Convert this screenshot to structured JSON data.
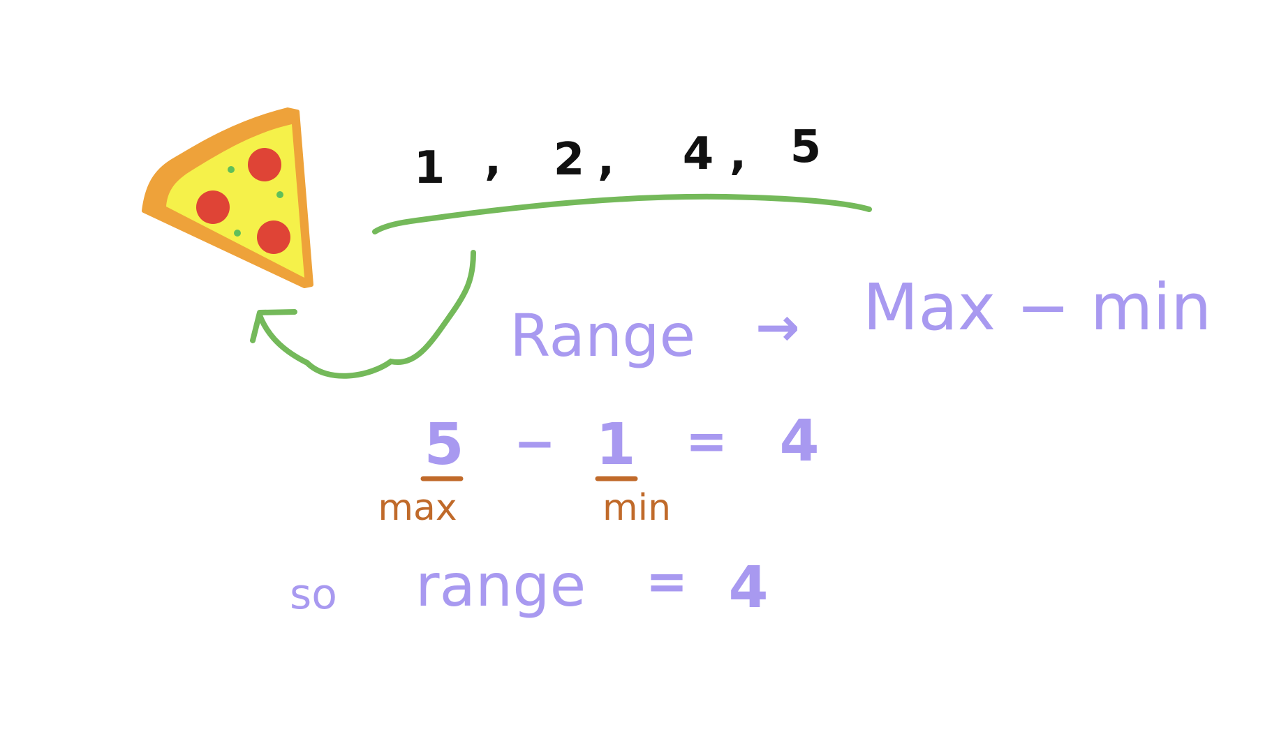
{
  "sequence": {
    "n1": "1",
    "sep1": ",",
    "n2": "2",
    "sep2": ",",
    "n3": "4",
    "sep3": ",",
    "n4": "5"
  },
  "definition": {
    "term": "Range",
    "arrow": "→",
    "formula": "Max − min"
  },
  "calculation": {
    "max_value": "5",
    "minus": "−",
    "min_value": "1",
    "equals": "=",
    "result": "4",
    "max_label": "max",
    "min_label": "min"
  },
  "conclusion": {
    "so": "so",
    "range_word": "range",
    "equals": "=",
    "result": "4"
  },
  "colors": {
    "ink": "#111111",
    "purple": "#a899f0",
    "brown": "#c06a2a",
    "green": "#74b95a",
    "crust": "#eea23a",
    "cheese": "#f5f14a",
    "pepperoni": "#df4436",
    "herb": "#5fbf5a"
  },
  "icons": {
    "pizza": "pizza-slice-icon"
  }
}
